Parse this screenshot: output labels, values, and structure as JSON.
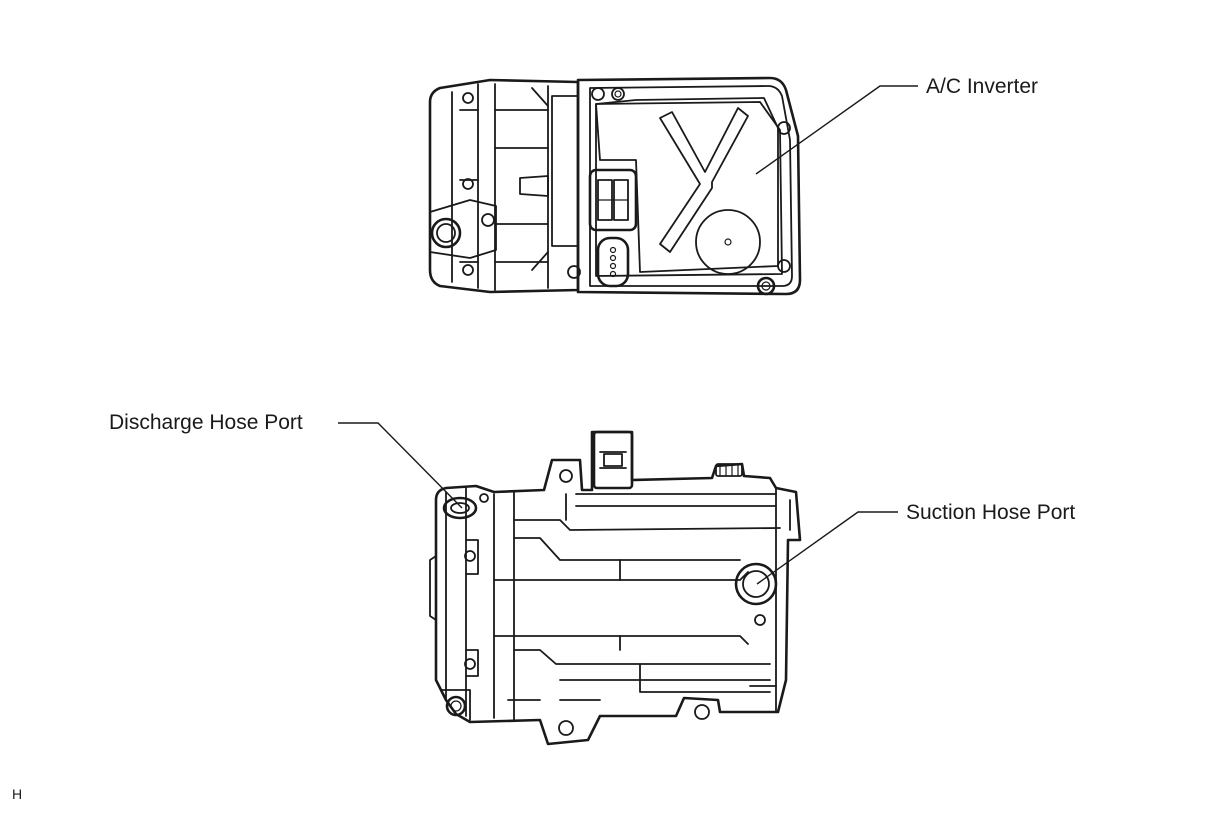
{
  "labels": {
    "ac_inverter": "A/C Inverter",
    "discharge_port": "Discharge Hose Port",
    "suction_port": "Suction Hose Port",
    "figure_code": "H"
  }
}
